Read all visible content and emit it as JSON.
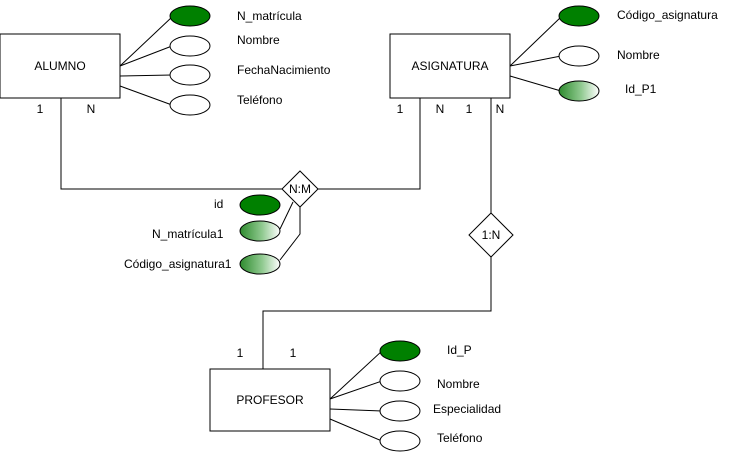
{
  "colors": {
    "line": "#000000",
    "key_fill": "#008000",
    "fk_fill": "#2e8b2e",
    "fk_highlight": "#ffffff",
    "attr_fill": "#ffffff"
  },
  "entities": {
    "alumno": {
      "name": "ALUMNO",
      "cardinality_left": "1",
      "cardinality_right": "N",
      "attributes": [
        "N_matrícula",
        "Nombre",
        "FechaNacimiento",
        "Teléfono"
      ]
    },
    "asignatura": {
      "name": "ASIGNATURA",
      "cardinalities": [
        "1",
        "N",
        "1",
        "N"
      ],
      "attributes": [
        "Código_asignatura",
        "Nombre",
        "Id_P1"
      ]
    },
    "profesor": {
      "name": "PROFESOR",
      "cardinality_left": "1",
      "cardinality_right": "1",
      "attributes": [
        "Id_P",
        "Nombre",
        "Especialidad",
        "Teléfono"
      ]
    }
  },
  "relationships": {
    "nm": {
      "label": "N:M",
      "attributes": [
        "id",
        "N_matrícula1",
        "Código_asignatura1"
      ]
    },
    "onen": {
      "label": "1:N"
    }
  }
}
